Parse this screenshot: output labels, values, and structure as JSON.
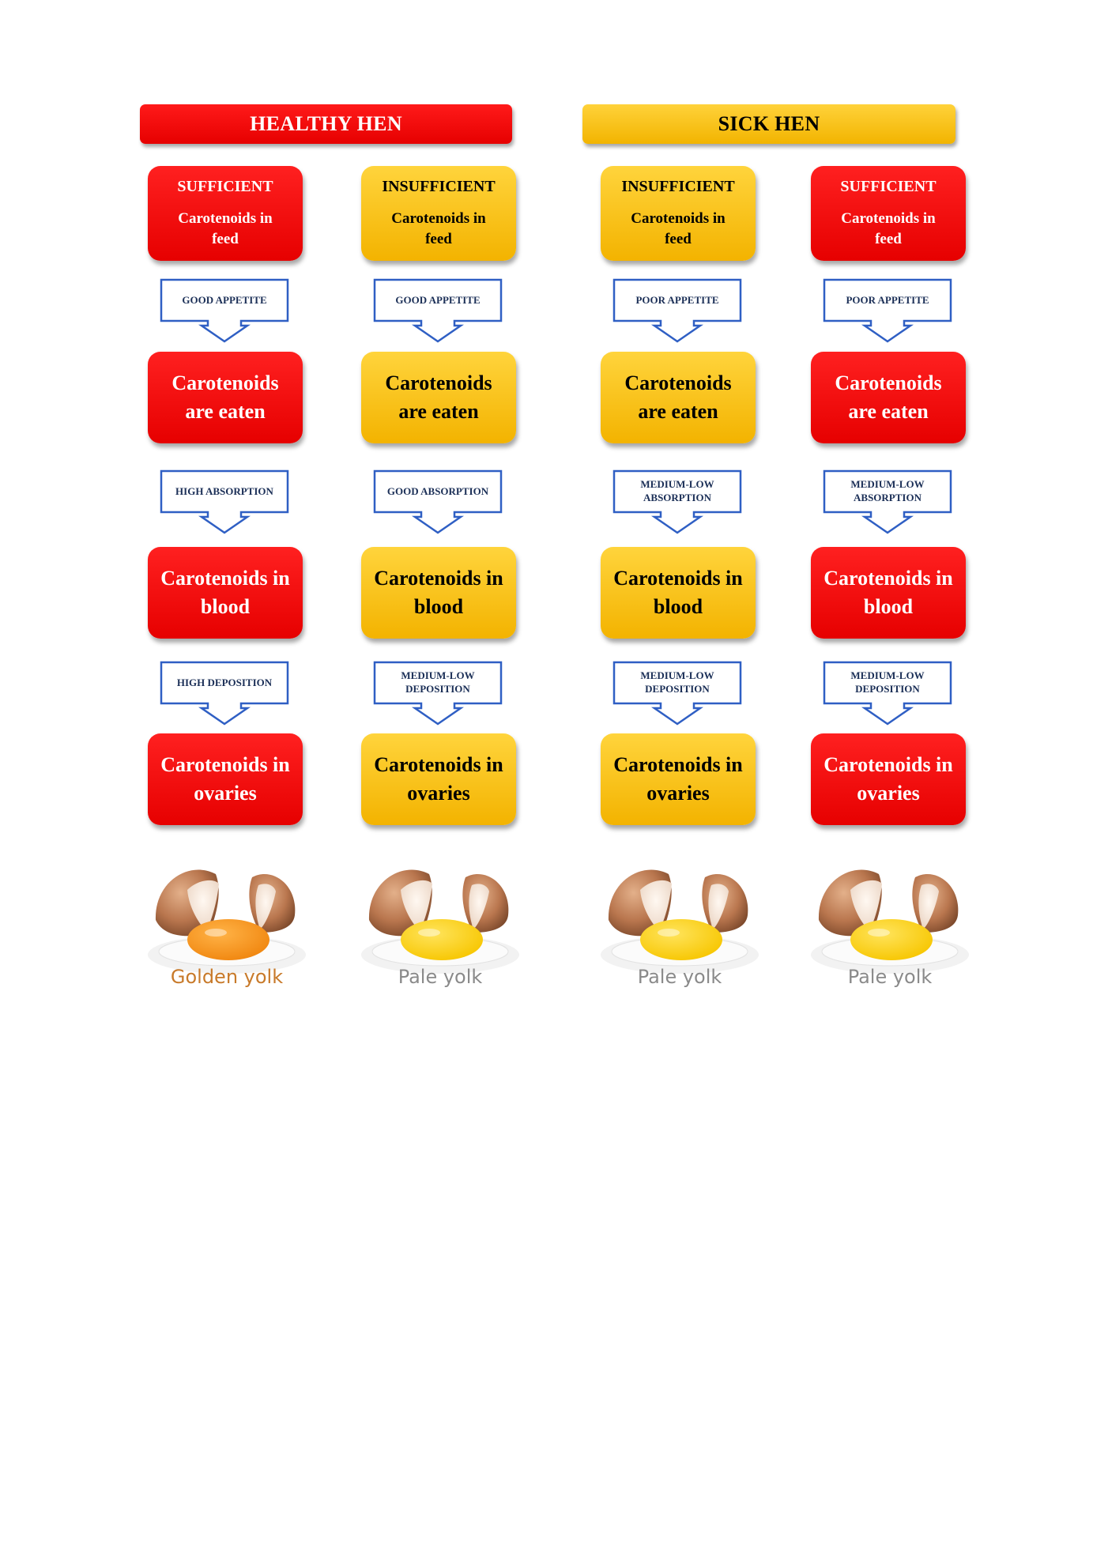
{
  "headers": {
    "healthy": "HEALTHY HEN",
    "sick": "SICK HEN"
  },
  "colors": {
    "red": "#e60000",
    "yellow": "#f5b800",
    "arrow_outline": "#2f5fc4",
    "arrow_text": "#1b2f57",
    "golden_yolk": "#f0860f",
    "pale_yolk": "#f7c600"
  },
  "columns": [
    {
      "group": "healthy",
      "color": "red",
      "feed": {
        "level": "SUFFICIENT",
        "desc": "Carotenoids in feed"
      },
      "arrow1": "GOOD APPETITE",
      "stage1": "Carotenoids are eaten",
      "arrow2": "HIGH ABSORPTION",
      "stage2": "Carotenoids in blood",
      "arrow3": "HIGH DEPOSITION",
      "stage3": "Carotenoids in ovaries",
      "egg": {
        "icon": "golden-yolk-egg-icon",
        "caption": "Golden yolk",
        "yolk": "golden"
      }
    },
    {
      "group": "healthy",
      "color": "yellow",
      "feed": {
        "level": "INSUFFICIENT",
        "desc": "Carotenoids in feed"
      },
      "arrow1": "GOOD APPETITE",
      "stage1": "Carotenoids are eaten",
      "arrow2": "GOOD ABSORPTION",
      "stage2": "Carotenoids in blood",
      "arrow3": "MEDIUM-LOW DEPOSITION",
      "stage3": "Carotenoids in ovaries",
      "egg": {
        "icon": "pale-yolk-egg-icon",
        "caption": "Pale yolk",
        "yolk": "pale"
      }
    },
    {
      "group": "sick",
      "color": "yellow",
      "feed": {
        "level": "INSUFFICIENT",
        "desc": "Carotenoids in feed"
      },
      "arrow1": "POOR APPETITE",
      "stage1": "Carotenoids are eaten",
      "arrow2": "MEDIUM-LOW ABSORPTION",
      "stage2": "Carotenoids in blood",
      "arrow3": "MEDIUM-LOW DEPOSITION",
      "stage3": "Carotenoids in ovaries",
      "egg": {
        "icon": "pale-yolk-egg-icon",
        "caption": "Pale yolk",
        "yolk": "pale"
      }
    },
    {
      "group": "sick",
      "color": "red",
      "feed": {
        "level": "SUFFICIENT",
        "desc": "Carotenoids in feed"
      },
      "arrow1": "POOR APPETITE",
      "stage1": "Carotenoids are eaten",
      "arrow2": "MEDIUM-LOW ABSORPTION",
      "stage2": "Carotenoids in blood",
      "arrow3": "MEDIUM-LOW DEPOSITION",
      "stage3": "Carotenoids in ovaries",
      "egg": {
        "icon": "pale-yolk-egg-icon",
        "caption": "Pale yolk",
        "yolk": "pale"
      }
    }
  ]
}
